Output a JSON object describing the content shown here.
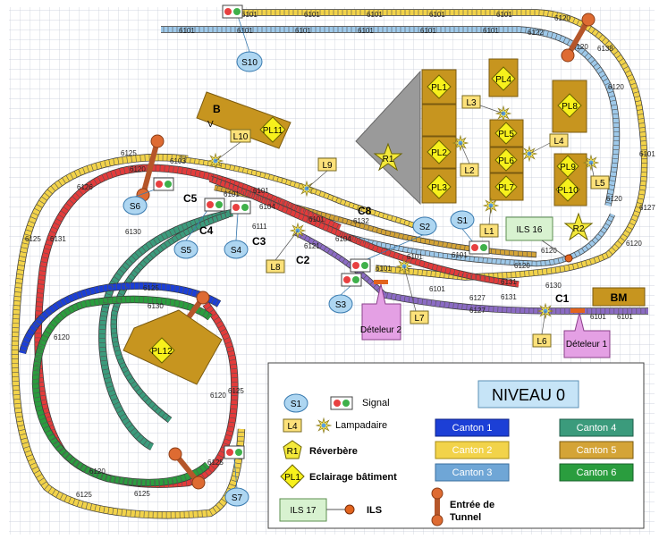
{
  "colors": {
    "canton1": "#1c3fd6",
    "canton2": "#f2d34a",
    "canton3": "#9ec9ea",
    "canton4": "#3b9b7c",
    "canton5": "#d4a437",
    "canton6": "#2a9d3e",
    "red": "#e23b3b",
    "purple": "#8b6bc4",
    "grid": "#c3c9d6",
    "building": "#c7951f",
    "sleeper": "#555555"
  },
  "track_labels": {
    "t6101": "6101",
    "t6102": "6102",
    "t6103": "6103",
    "t6104": "6104",
    "t6111": "6111",
    "t6120": "6120",
    "t6121": "6121",
    "t6122": "6122",
    "t6125": "6125",
    "t6126": "6126",
    "t6127": "6127",
    "t6130": "6130",
    "t6131": "6131",
    "t6132": "6132",
    "t6138": "6138"
  },
  "signals": {
    "s1": "S1",
    "s2": "S2",
    "s3": "S3",
    "s4": "S4",
    "s5": "S5",
    "s6": "S6",
    "s7": "S7",
    "s10": "S10"
  },
  "lamps": {
    "l1": "L1",
    "l2": "L2",
    "l3": "L3",
    "l4": "L4",
    "l5": "L5",
    "l6": "L6",
    "l7": "L7",
    "l8": "L8",
    "l9": "L9",
    "l10": "L10"
  },
  "buildings": {
    "pl1": "PL1",
    "pl2": "PL2",
    "pl3": "PL3",
    "pl4": "PL4",
    "pl5": "PL5",
    "pl6": "PL6",
    "pl7": "PL7",
    "pl8": "PL8",
    "pl9": "PL9",
    "pl10": "PL10",
    "pl11": "PL11",
    "pl12": "PL12",
    "bm": "BM",
    "bv_b": "B",
    "bv_v": "V"
  },
  "reverberes": {
    "r1": "R1",
    "r2": "R2"
  },
  "ils": {
    "ils16": "ILS 16"
  },
  "cantons": {
    "c1": "C1",
    "c2": "C2",
    "c3": "C3",
    "c4": "C4",
    "c5": "C5",
    "c8": "C8"
  },
  "detectors": {
    "d1": "Dételeur 1",
    "d2": "Dételeur 2"
  },
  "legend": {
    "title": "NIVEAU 0",
    "signal_tag": "S1",
    "signal": "Signal",
    "lamp_tag": "L4",
    "lamp": "Lampadaire",
    "rev_tag": "R1",
    "reverbere": "Réverbère",
    "bat_tag": "PL1",
    "batiment": "Eclairage bâtiment",
    "ils_tag": "ILS 17",
    "ils": "ILS",
    "tunnel_line1": "Entrée de",
    "tunnel_line2": "Tunnel",
    "canton1": "Canton 1",
    "canton2": "Canton 2",
    "canton3": "Canton 3",
    "canton4": "Canton 4",
    "canton5": "Canton 5",
    "canton6": "Canton 6"
  }
}
